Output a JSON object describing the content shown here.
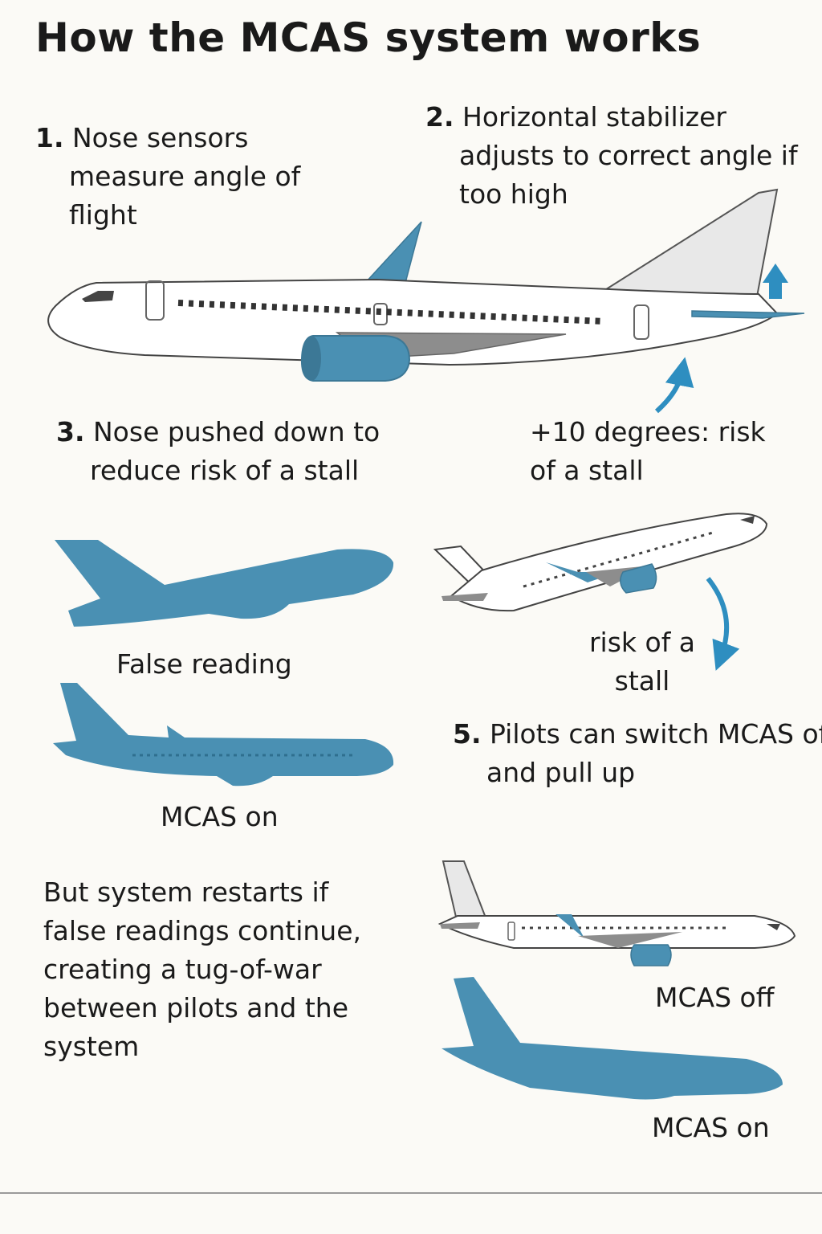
{
  "title": "How the MCAS system works",
  "steps": {
    "step1": {
      "num": "1.",
      "text": "Nose sensors measure angle of flight"
    },
    "step2": {
      "num": "2.",
      "text": "Horizontal stabilizer adjusts to correct angle if too high"
    },
    "step3": {
      "num": "3.",
      "text": "Nose pushed down to reduce risk of a stall"
    },
    "step5": {
      "num": "5.",
      "text": "Pilots can switch MCAS off and pull up"
    }
  },
  "labels": {
    "stall_angle": "+10 degrees: risk of a stall",
    "false_reading": "False reading",
    "mcas_on_1": "MCAS on",
    "stall_risk": "risk of a stall",
    "mcas_off": "MCAS off",
    "mcas_on_2": "MCAS on",
    "restart_note": "But system restarts if false readings continue, creating a tug-of-war between pilots and the system"
  },
  "colors": {
    "accent_blue": "#4a90b3",
    "arrow_blue": "#2e8ec0",
    "fuselage": "#ffffff",
    "tail_grey": "#e6e6e6",
    "text": "#1a1a1a"
  }
}
